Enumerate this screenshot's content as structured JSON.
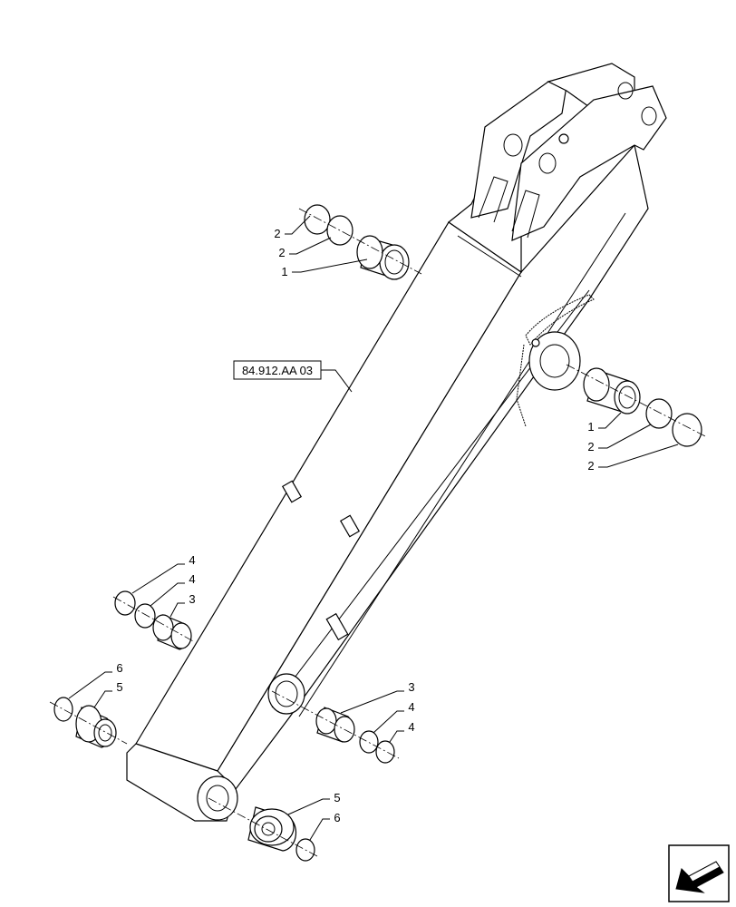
{
  "reference_label": "84.912.AA 03",
  "callouts": [
    {
      "id": "c-1-top",
      "label": "1"
    },
    {
      "id": "c-2-top-a",
      "label": "2"
    },
    {
      "id": "c-2-top-b",
      "label": "2"
    },
    {
      "id": "c-1-right",
      "label": "1"
    },
    {
      "id": "c-2-right-a",
      "label": "2"
    },
    {
      "id": "c-2-right-b",
      "label": "2"
    },
    {
      "id": "c-4-left-a",
      "label": "4"
    },
    {
      "id": "c-4-left-b",
      "label": "4"
    },
    {
      "id": "c-3-left",
      "label": "3"
    },
    {
      "id": "c-6-left",
      "label": "6"
    },
    {
      "id": "c-5-left",
      "label": "5"
    },
    {
      "id": "c-3-right",
      "label": "3"
    },
    {
      "id": "c-4-right-a",
      "label": "4"
    },
    {
      "id": "c-4-right-b",
      "label": "4"
    },
    {
      "id": "c-5-bottom",
      "label": "5"
    },
    {
      "id": "c-6-bottom",
      "label": "6"
    }
  ],
  "icons": {
    "nav": "arrow-left-icon"
  }
}
